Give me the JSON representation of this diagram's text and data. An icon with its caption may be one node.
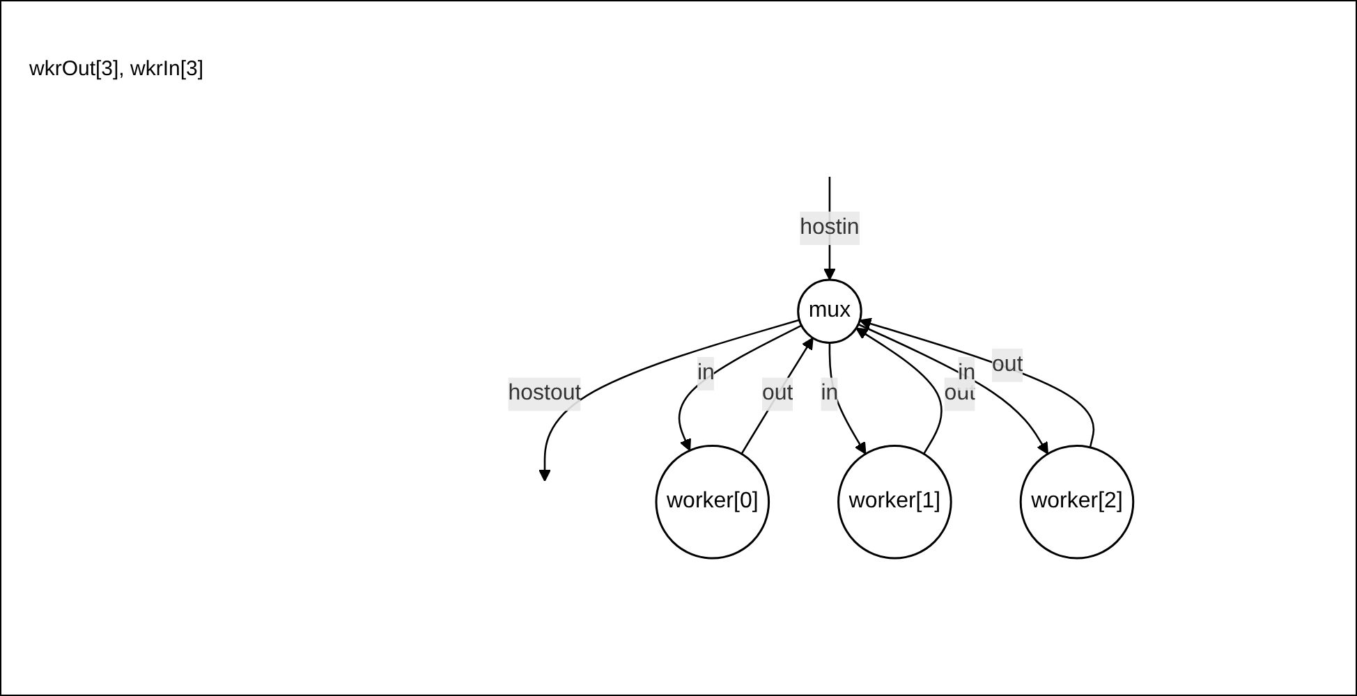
{
  "diagram": {
    "nodes": [
      {
        "text": [
          "mux"
        ]
      },
      {
        "text": [
          "worker[0]"
        ]
      },
      {
        "text": [
          "worker[1]"
        ]
      },
      {
        "text": [
          "worker[2]"
        ]
      }
    ],
    "edges": [
      {
        "from": 0,
        "to": null,
        "arrow": "to",
        "label": "hostout"
      },
      {
        "from": null,
        "to": 0,
        "arrow": "to",
        "label": "hostin"
      },
      {
        "from": 1,
        "to": 0,
        "arrow": "to",
        "label": "out"
      },
      {
        "from": 0,
        "to": 1,
        "arrow": "to",
        "label": "in"
      },
      {
        "from": 2,
        "to": 0,
        "arrow": "to",
        "label": "out"
      },
      {
        "from": 0,
        "to": 2,
        "arrow": "to",
        "label": "in"
      },
      {
        "from": 3,
        "to": 0,
        "arrow": "to",
        "label": "out"
      },
      {
        "from": 0,
        "to": 3,
        "arrow": "to",
        "label": "in"
      }
    ],
    "labels": [
      "wkrOut[3], wkrIn[3]"
    ]
  }
}
